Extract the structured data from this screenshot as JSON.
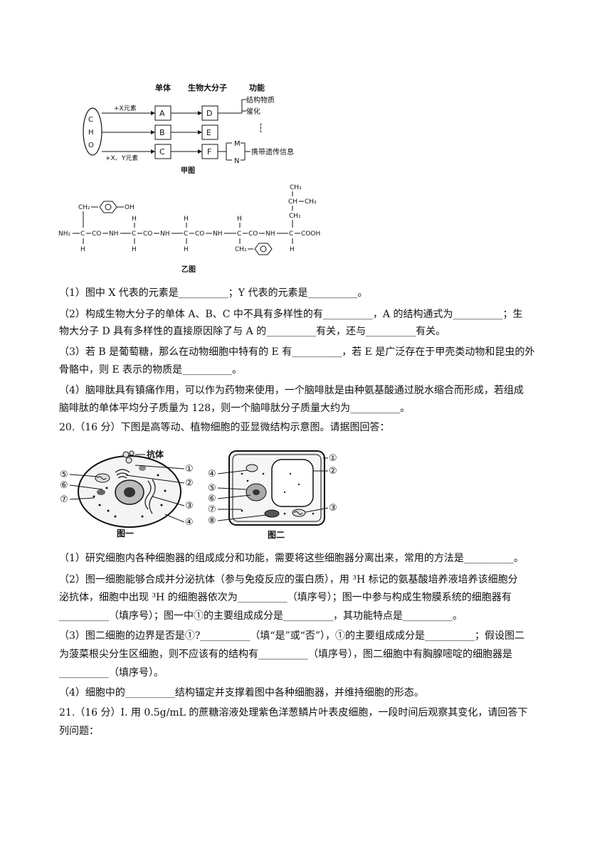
{
  "figure_jia": {
    "headers": {
      "monomer": "单体",
      "macro": "生物大分子",
      "function": "功能"
    },
    "elements": [
      "C",
      "H",
      "O"
    ],
    "x_label": "+X元素",
    "xy_label": "+X、Y元素",
    "monomers": [
      "A",
      "B",
      "C"
    ],
    "macros": [
      "D",
      "E",
      "F"
    ],
    "functions": [
      "结构物质",
      "催化"
    ],
    "dots": "┆",
    "f_branches": [
      "M",
      "N"
    ],
    "f_function": "携带遗传信息",
    "caption": "甲图"
  },
  "figure_yi": {
    "caption": "乙图",
    "main_chain": [
      "NH₂",
      "C",
      "CO",
      "NH",
      "C",
      "CO",
      "NH",
      "C",
      "CO",
      "NH",
      "C",
      "CO",
      "NH",
      "C",
      "COOH"
    ],
    "side_top_1": "CH₂",
    "side_oh": "OH",
    "h": "H",
    "side_ch3_top": "CH₃",
    "side_ch": "CH",
    "side_ch3_right": "CH₃",
    "side_ch2_5": "CH₂",
    "side_ch2_4": "CH₂"
  },
  "q19": {
    "l1": "（1）图中 X 代表的元素是__________；Y 代表的元素是__________。",
    "l2": "（2）构成生物大分子的单体 A、B、C 中不具有多样性的有__________，A 的结构通式为__________；生",
    "l3": "物大分子 D 具有多样性的直接原因除了与 A 的__________有关，还与__________有关。",
    "l4": "（3）若 B 是葡萄糖，那么在动物细胞中特有的 E 有__________，若 E 是广泛存在于甲壳类动物和昆虫的外",
    "l5": "骨骼中，则 E 表示的物质是__________。",
    "l6": "（4）脑啡肽具有镇痛作用，可以作为药物来使用，一个脑啡肽是由种氨基酸通过脱水缩合而形成，若组成",
    "l7": "脑啡肽的单体平均分子质量为 128，则一个脑啡肽分子质量大约为__________。"
  },
  "q20": {
    "title": "20.（16 分）下图是高等动、植物细胞的亚显微结构示意图。请据图回答：",
    "fig1": {
      "caption": "图一",
      "antibody": "抗体",
      "labels_left": [
        "⑤",
        "⑥",
        "⑦"
      ],
      "labels_right": [
        "①",
        "②",
        "③",
        "④"
      ]
    },
    "fig2": {
      "caption": "图二",
      "labels_left": [
        "④",
        "⑤",
        "⑥",
        "⑦",
        "⑧"
      ],
      "labels_right": [
        "①",
        "②",
        "③"
      ]
    },
    "l1": "（1）研究细胞内各种细胞器的组成成分和功能，需要将这些细胞器分离出来，常用的方法是__________。",
    "l2": "（2）图一细胞能够合成并分泌抗体（参与免疫反应的蛋白质），用 ³H 标记的氨基酸培养液培养该细胞分",
    "l3": "泌抗体，细胞中出现 ³H 的细胞器依次为__________（填序号）；图一中参与构成生物膜系统的细胞器有",
    "l4": "__________（填序号）；图一中①的主要组成成分是__________，其功能特点是__________。",
    "l5": "（3）图二细胞的边界是否是①?__________（填“是”或“否”），①的主要组成成分是__________；假设图二",
    "l6": "为菠菜根尖分生区细胞，则不应该有的结构有__________（填序号），图二细胞中有胸腺嘧啶的细胞器是",
    "l7": "__________（填序号）。",
    "l8": "（4）细胞中的__________结构锚定并支撑着图中各种细胞器，并维持细胞的形态。"
  },
  "q21": {
    "l1": "21.（16 分）I. 用 0.5g/mL 的蔗糖溶液处理紫色洋葱鳞片叶表皮细胞，一段时间后观察其变化，请回答下",
    "l2": "列问题："
  }
}
